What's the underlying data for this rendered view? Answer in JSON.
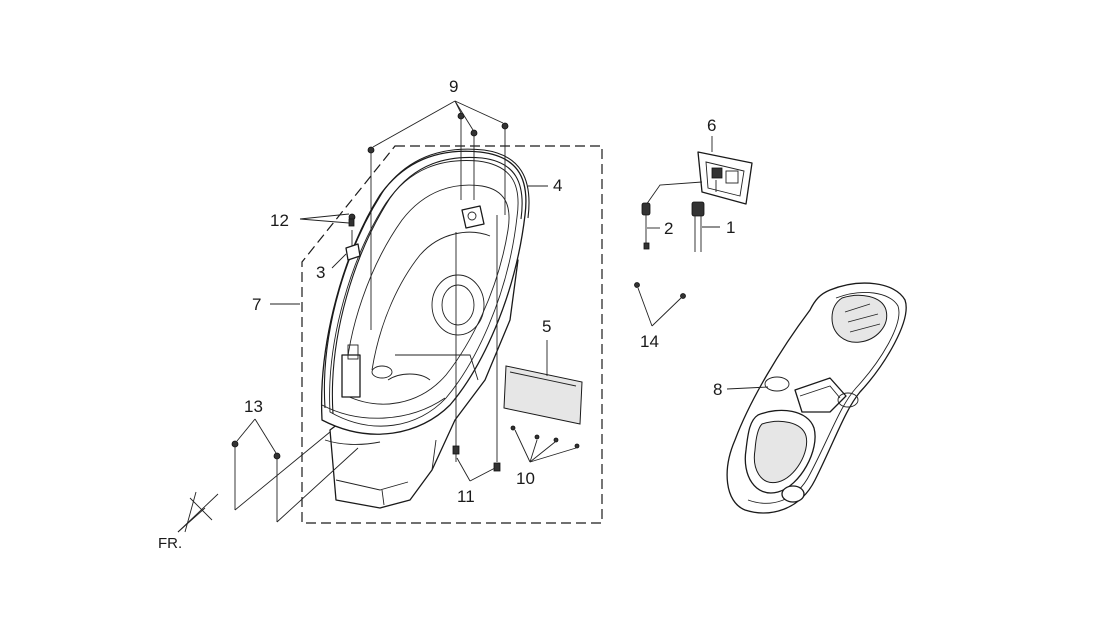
{
  "callouts": {
    "c1": "1",
    "c2": "2",
    "c3": "3",
    "c4": "4",
    "c5": "5",
    "c6": "6",
    "c7": "7",
    "c8": "8",
    "c9": "9",
    "c10": "10",
    "c11": "11",
    "c12": "12",
    "c13": "13",
    "c14": "14"
  },
  "direction_label": "FR."
}
